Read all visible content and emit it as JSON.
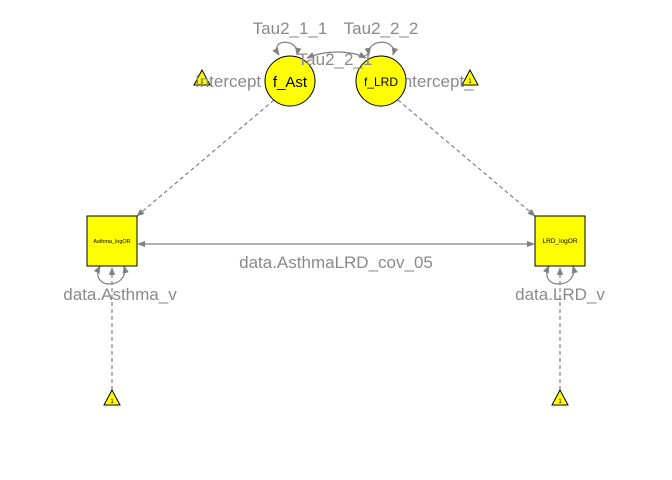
{
  "colors": {
    "node_fill": "#ffff00",
    "node_stroke": "#000000",
    "edge": "#808080",
    "label": "#8a8a8a"
  },
  "latent": {
    "f_ast": {
      "label": "f_Ast",
      "variance_label": "Tau2_1_1"
    },
    "f_lrd": {
      "label": "f_LRD",
      "variance_label": "Tau2_2_2"
    },
    "covariance_label": "Tau2_2_1"
  },
  "intercepts": {
    "left_label": "Intercept",
    "right_label": "Intercept_"
  },
  "observed": {
    "asthma": {
      "label": "Asthma_logOR",
      "variance_label": "data.Asthma_v"
    },
    "lrd": {
      "label": "LRD_logOR",
      "variance_label": "data.LRD_v"
    },
    "covariance_label": "data.AsthmaLRD_cov_05"
  },
  "triangles": {
    "left_top": "1",
    "right_top": "1",
    "left_bottom": "1",
    "right_bottom": "1"
  }
}
